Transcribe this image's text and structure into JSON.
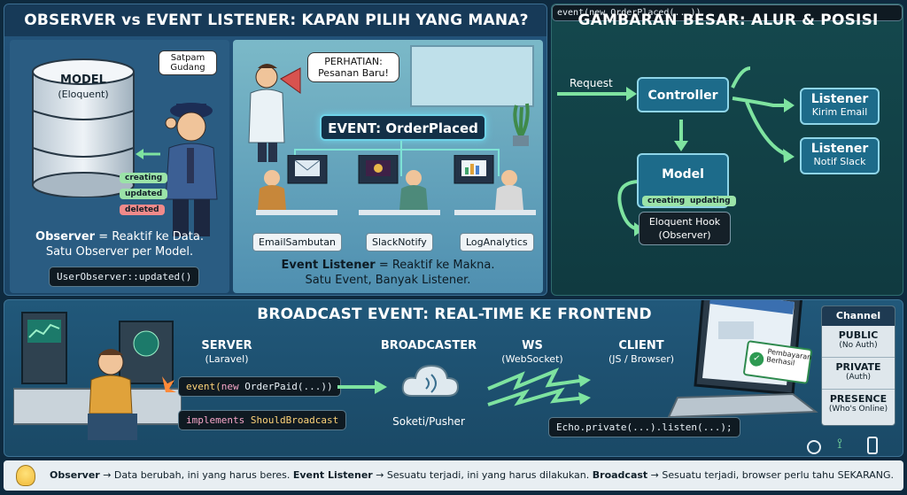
{
  "top_left": {
    "title": "OBSERVER vs EVENT LISTENER: KAPAN PILIH YANG MANA?",
    "model_title": "MODEL",
    "model_sub": "(Eloquent)",
    "guard_label": "Satpam\nGudang",
    "hooks": [
      "creating",
      "updated",
      "deleted"
    ],
    "observer_bold": "Observer",
    "observer_text": " = Reaktif ke Data.",
    "observer_line2": "Satu Observer per Model.",
    "observer_code": "UserObserver::updated()",
    "alert": "PERHATIAN:\nPesanan Baru!",
    "event_name": "EVENT: OrderPlaced",
    "listeners": [
      "EmailSambutan",
      "SlackNotify",
      "LogAnalytics"
    ],
    "listener_bold": "Event Listener",
    "listener_text": " = Reaktif ke Makna.",
    "listener_line2": "Satu Event, Banyak Listener."
  },
  "top_right": {
    "title": "GAMBARAN BESAR: ALUR & POSISI",
    "request": "Request",
    "controller": "Controller",
    "event_code": "event(new OrderPlaced(...))",
    "listener1_title": "Listener",
    "listener1_sub": "Kirim Email",
    "listener2_title": "Listener",
    "listener2_sub": "Notif Slack",
    "model": "Model",
    "hooks": [
      "creating",
      "updating"
    ],
    "hook_box_line1": "Eloquent Hook",
    "hook_box_line2": "(Observer)"
  },
  "bottom": {
    "title": "BROADCAST EVENT: REAL-TIME KE FRONTEND",
    "server_title": "SERVER",
    "server_sub": "(Laravel)",
    "server_code1_kw": "event(",
    "server_code1_new": "new",
    "server_code1_rest": " OrderPaid(...))",
    "server_code2_kw": "implements",
    "server_code2_rest": " ShouldBroadcast",
    "broadcaster_title": "BROADCASTER",
    "broadcaster_sub": "Soketi/Pusher",
    "ws_title": "WS",
    "ws_sub": "(WebSocket)",
    "client_title": "CLIENT",
    "client_sub": "(JS / Browser)",
    "client_code": "Echo.private(...).listen(...);",
    "popup": "Pembayaran\nBerhasil",
    "channel_title": "Channel",
    "channels": [
      {
        "name": "PUBLIC",
        "sub": "(No Auth)"
      },
      {
        "name": "PRIVATE",
        "sub": "(Auth)"
      },
      {
        "name": "PRESENCE",
        "sub": "(Who's Online)"
      }
    ]
  },
  "footer": {
    "observer_bold": "Observer",
    "observer_text": " → Data berubah, ini yang harus beres. ",
    "listener_bold": "Event Listener",
    "listener_text": " → Sesuatu terjadi, ini yang harus dilakukan. ",
    "broadcast_bold": "Broadcast",
    "broadcast_text": " → Sesuatu terjadi, browser perlu tahu SEKARANG."
  },
  "colors": {
    "bg": "#0e2a3f",
    "panel_left": "#1f4a6e",
    "panel_right": "#12444a",
    "bottom": "#1b4d6a",
    "accent_green": "#7ee3a0",
    "accent_cyan": "#6fd3e8",
    "title_bar": "#173c5c"
  }
}
